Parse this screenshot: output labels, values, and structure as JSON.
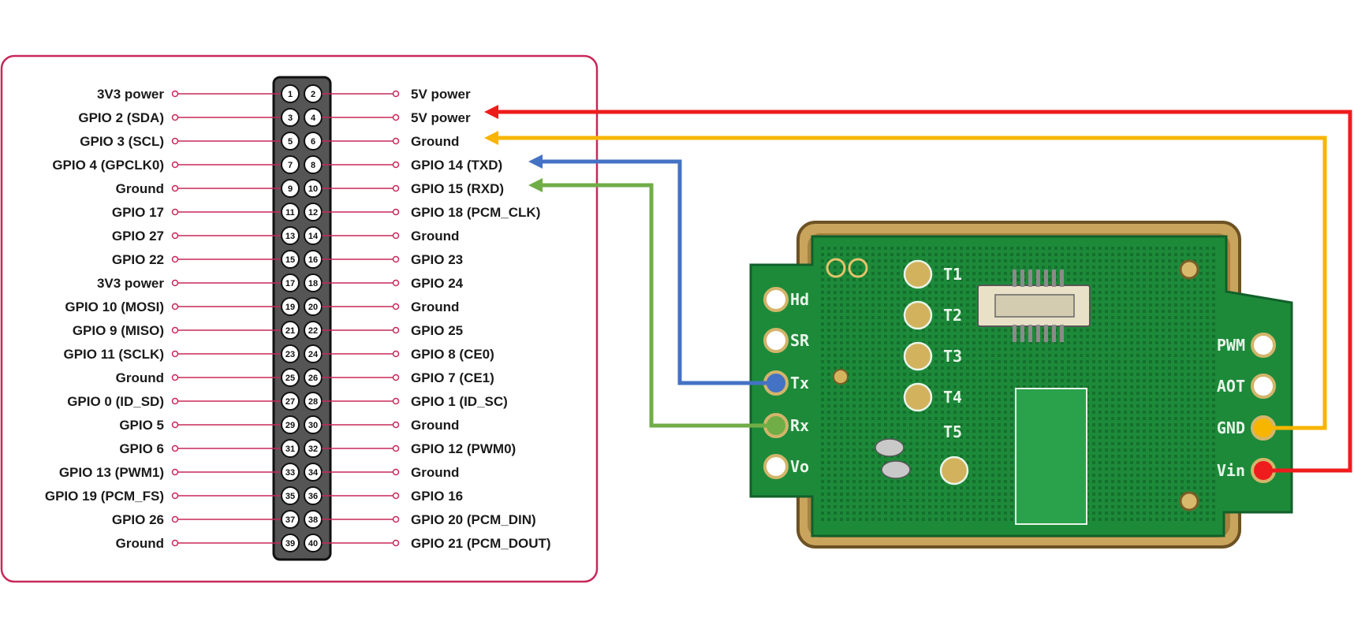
{
  "header": {
    "left_labels": [
      "3V3 power",
      "GPIO 2 (SDA)",
      "GPIO 3 (SCL)",
      "GPIO 4 (GPCLK0)",
      "Ground",
      "GPIO 17",
      "GPIO 27",
      "GPIO 22",
      "3V3 power",
      "GPIO 10 (MOSI)",
      "GPIO 9 (MISO)",
      "GPIO 11 (SCLK)",
      "Ground",
      "GPIO 0 (ID_SD)",
      "GPIO 5",
      "GPIO 6",
      "GPIO 13 (PWM1)",
      "GPIO 19 (PCM_FS)",
      "GPIO 26",
      "Ground"
    ],
    "right_labels": [
      "5V power",
      "5V power",
      "Ground",
      "GPIO 14 (TXD)",
      "GPIO 15 (RXD)",
      "GPIO 18 (PCM_CLK)",
      "Ground",
      "GPIO 23",
      "GPIO 24",
      "Ground",
      "GPIO 25",
      "GPIO 8 (CE0)",
      "GPIO 7 (CE1)",
      "GPIO 1 (ID_SC)",
      "Ground",
      "GPIO 12 (PWM0)",
      "Ground",
      "GPIO 16",
      "GPIO 20 (PCM_DIN)",
      "GPIO 21 (PCM_DOUT)"
    ],
    "left_pins": [
      "1",
      "3",
      "5",
      "7",
      "9",
      "11",
      "13",
      "15",
      "17",
      "19",
      "21",
      "23",
      "25",
      "27",
      "29",
      "31",
      "33",
      "35",
      "37",
      "39"
    ],
    "right_pins": [
      "2",
      "4",
      "6",
      "8",
      "10",
      "12",
      "14",
      "16",
      "18",
      "20",
      "22",
      "24",
      "26",
      "28",
      "30",
      "32",
      "34",
      "36",
      "38",
      "40"
    ]
  },
  "sensor": {
    "left_pads": [
      "Hd",
      "SR",
      "Tx",
      "Rx",
      "Vo"
    ],
    "right_pads": [
      "PWM",
      "AOT",
      "GND",
      "Vin"
    ],
    "parts": [
      "T1",
      "T2",
      "T3",
      "T4",
      "T5"
    ]
  },
  "colors": {
    "frame": "#c8285a",
    "vin_wire": "#ee1c1c",
    "gnd_wire": "#f7b500",
    "tx_wire": "#4472c4",
    "rx_wire": "#70ad47",
    "pcb": "#1d8a3a",
    "header_body": "#555555"
  }
}
